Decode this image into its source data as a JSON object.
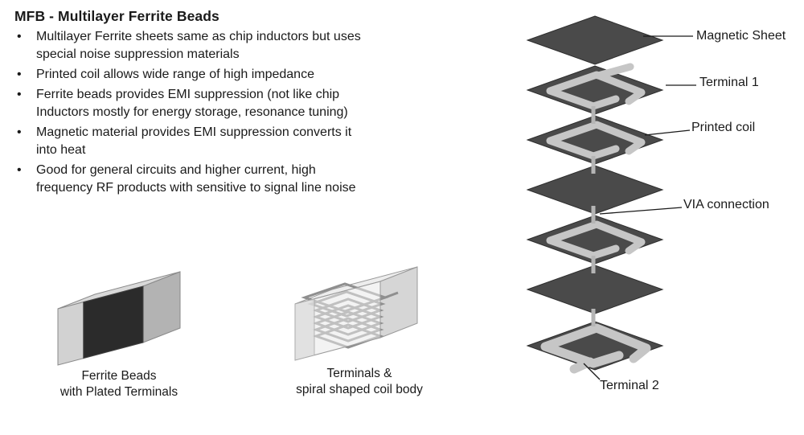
{
  "title": "MFB - Multilayer Ferrite Beads",
  "bullet_char": "•",
  "bullets": [
    "Multilayer Ferrite sheets same as chip inductors but uses\nspecial noise suppression materials",
    "Printed coil allows wide range of high impedance",
    "Ferrite beads provides EMI suppression (not like chip\nInductors mostly for energy storage, resonance tuning)",
    "Magnetic material provides EMI suppression converts it\ninto heat",
    "Good for general circuits and higher current, high\nfrequency RF products with sensitive to signal line noise"
  ],
  "figures": {
    "bead_chip": {
      "caption": "Ferrite Beads\nwith Plated Terminals"
    },
    "coil_chip": {
      "caption": "Terminals &\nspiral shaped coil body"
    }
  },
  "stack_labels": {
    "magnetic_sheet": "Magnetic Sheet",
    "terminal_1": "Terminal 1",
    "printed_coil": "Printed coil",
    "via_connection": "VIA connection",
    "terminal_2": "Terminal 2"
  },
  "colors": {
    "background": "#ffffff",
    "text": "#1a1a1a",
    "sheet_dark": "#4a4a4a",
    "coil_pattern_light": "#c6c6c6",
    "via_rod": "#b5b5b5",
    "bead_body_dark": "#2b2b2b",
    "terminal_light_gray": "#d2d2d2",
    "end_cap_gray": "#b3b3b3"
  }
}
